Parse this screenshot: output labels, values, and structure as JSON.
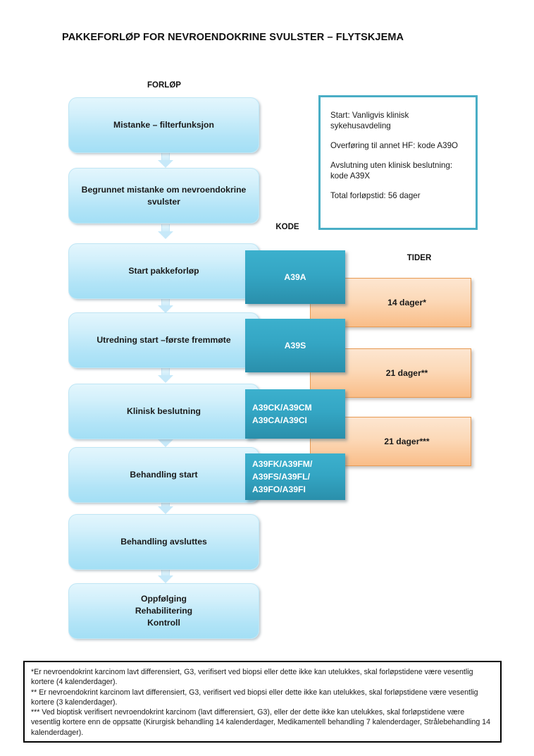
{
  "document": {
    "title": "PAKKEFORLØP FOR NEVROENDOKRINE SVULSTER – FLYTSKJEMA"
  },
  "column_headers": {
    "flow": "FORLØP",
    "code": "KODE",
    "times": "TIDER"
  },
  "flow_steps": [
    {
      "label": "Mistanke – filterfunksjon"
    },
    {
      "label": "Begrunnet mistanke om nevroendokrine svulster"
    },
    {
      "label": "Start pakkeforløp"
    },
    {
      "label": "Utredning start –første fremmøte"
    },
    {
      "label": "Klinisk beslutning"
    },
    {
      "label": "Behandling start"
    },
    {
      "label": "Behandling avsluttes"
    },
    {
      "label": "Oppfølging\nRehabilitering\nKontroll"
    }
  ],
  "codes": [
    {
      "label": "A39A"
    },
    {
      "label": "A39S"
    },
    {
      "label": "A39CK/A39CM\nA39CA/A39CI"
    },
    {
      "label": "A39FK/A39FM/\nA39FS/A39FL/\nA39FO/A39FI"
    }
  ],
  "times": [
    {
      "label": "14 dager*"
    },
    {
      "label": "21 dager**"
    },
    {
      "label": "21 dager***"
    }
  ],
  "info_box": {
    "lines": [
      "Start: Vanligvis klinisk sykehusavdeling",
      "Overføring til annet HF: kode A39O",
      "Avslutning uten klinisk beslutning: kode A39X",
      "Total forløpstid: 56 dager"
    ]
  },
  "footnotes": {
    "text": "*Er nevroendokrint karcinom lavt differensiert, G3, verifisert ved biopsi eller dette ikke kan utelukkes, skal forløpstidene være vesentlig kortere (4 kalenderdager).\n** Er nevroendokrint karcinom lavt differensiert, G3, verifisert ved biopsi eller dette ikke kan utelukkes, skal forløpstidene være vesentlig kortere (3 kalenderdager).\n*** Ved bioptisk verifisert nevroendokrint karcinom (lavt differensiert, G3), eller der dette ikke kan utelukkes, skal forløpstidene være vesentlig kortere enn de oppsatte (Kirurgisk behandling 14 kalenderdager, Medikamentell behandling 7 kalenderdager, Strålebehandling 14 kalenderdager)."
  },
  "colors": {
    "flow_box_fill": "#b2e4f7",
    "code_box_fill": "#34a6c4",
    "time_box_fill": "#fcd9b8",
    "time_box_border": "#e89a52",
    "info_box_border": "#4aaec6",
    "footnote_border": "#000000"
  }
}
